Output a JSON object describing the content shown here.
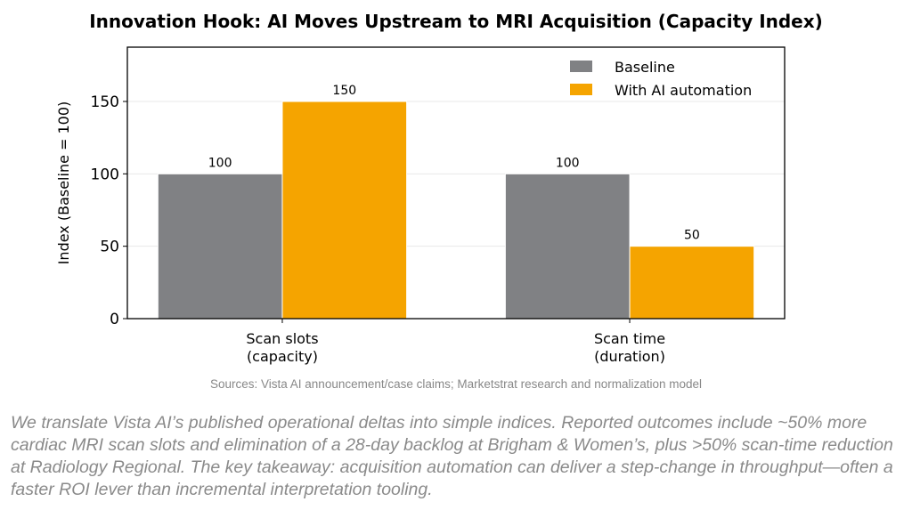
{
  "chart_data": {
    "type": "bar",
    "title": "Innovation Hook: AI Moves Upstream to MRI Acquisition (Capacity Index)",
    "ylabel": "Index (Baseline = 100)",
    "xlabel": "",
    "categories": [
      "Scan slots\n(capacity)",
      "Scan time\n(duration)"
    ],
    "series": [
      {
        "name": "Baseline",
        "color": "#808184",
        "values": [
          100,
          100
        ]
      },
      {
        "name": "With AI automation",
        "color": "#F5A400",
        "values": [
          150,
          50
        ]
      }
    ],
    "ylim": [
      0,
      187.5
    ],
    "yticks": [
      0,
      50,
      100,
      150
    ],
    "grid": true,
    "legend": "top-right"
  },
  "sources": "Sources: Vista AI announcement/case claims; Marketstrat research and normalization model",
  "caption": "We translate Vista AI’s published operational deltas into simple indices. Reported outcomes include ~50% more cardiac MRI scan slots and elimination of a 28-day backlog at Brigham & Women’s, plus >50% scan-time reduction at Radiology Regional. The key takeaway: acquisition automation can deliver a step-change in throughput—often a faster ROI lever than incremental interpretation tooling."
}
